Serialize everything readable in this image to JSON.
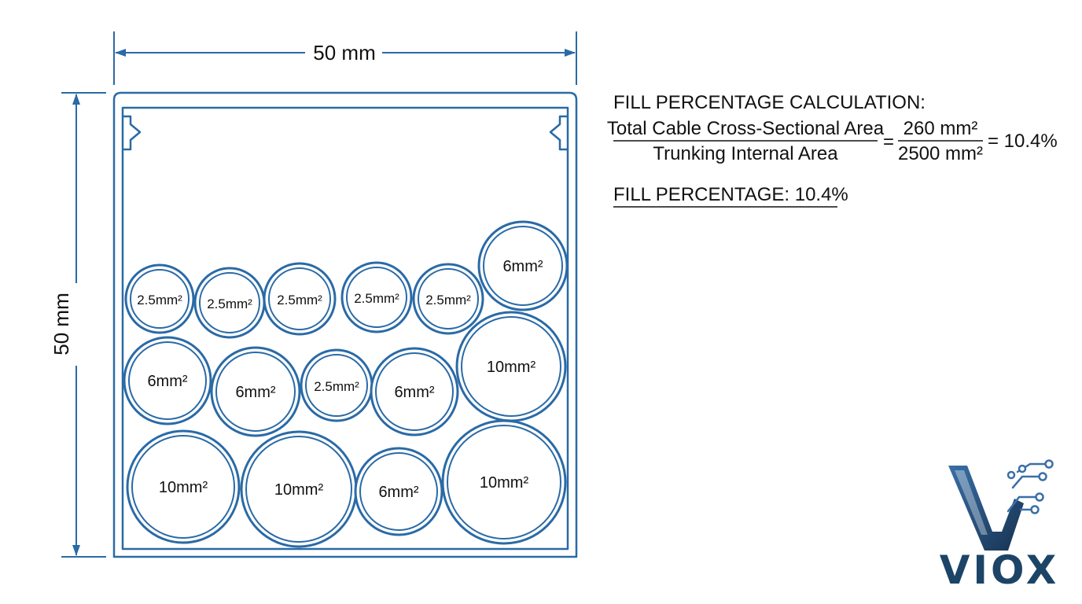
{
  "dimensions": {
    "width_label": "50 mm",
    "height_label": "50 mm"
  },
  "cables": [
    {
      "label": "2.5mm²",
      "size": "2.5"
    },
    {
      "label": "2.5mm²",
      "size": "2.5"
    },
    {
      "label": "2.5mm²",
      "size": "2.5"
    },
    {
      "label": "2.5mm²",
      "size": "2.5"
    },
    {
      "label": "2.5mm²",
      "size": "2.5"
    },
    {
      "label": "6mm²",
      "size": "6"
    },
    {
      "label": "6mm²",
      "size": "6"
    },
    {
      "label": "6mm²",
      "size": "6"
    },
    {
      "label": "2.5mm²",
      "size": "2.5"
    },
    {
      "label": "6mm²",
      "size": "6"
    },
    {
      "label": "10mm²",
      "size": "10"
    },
    {
      "label": "10mm²",
      "size": "10"
    },
    {
      "label": "10mm²",
      "size": "10"
    },
    {
      "label": "6mm²",
      "size": "6"
    },
    {
      "label": "10mm²",
      "size": "10"
    }
  ],
  "calculation": {
    "heading": "FILL PERCENTAGE CALCULATION:",
    "numerator_label": "Total Cable Cross-Sectional Area",
    "denominator_label": "Trunking Internal Area",
    "equals": "=",
    "numerator_value": "260 mm²",
    "denominator_value": "2500 mm²",
    "result": "= 10.4%",
    "summary": "FILL PERCENTAGE: 10.4%"
  },
  "logo": {
    "brand": "VIOX"
  },
  "colors": {
    "line_blue": "#2a6aa6",
    "logo_navy": "#1c4467",
    "text": "#111111"
  }
}
